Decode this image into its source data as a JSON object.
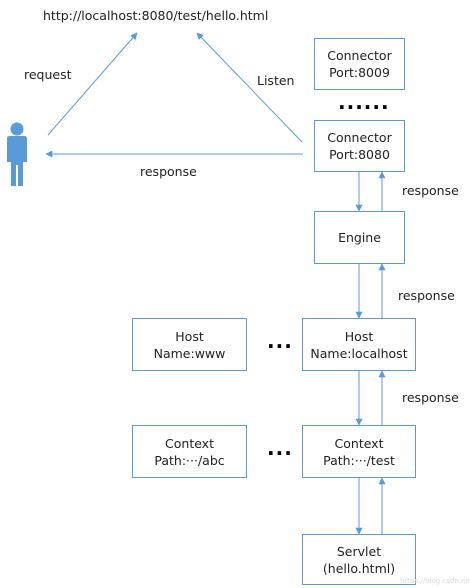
{
  "url": "http://localhost:8080/test/hello.html",
  "labels": {
    "request": "request",
    "listen": "Listen",
    "response": "response"
  },
  "nodes": {
    "connector_8009": {
      "line1": "Connector",
      "line2": "Port:8009"
    },
    "connector_8080": {
      "line1": "Connector",
      "line2": "Port:8080"
    },
    "engine": {
      "line1": "Engine"
    },
    "host_www": {
      "line1": "Host",
      "line2": "Name:www"
    },
    "host_localhost": {
      "line1": "Host",
      "line2": "Name:localhost"
    },
    "context_abc": {
      "line1": "Context",
      "line2": "Path:···/abc"
    },
    "context_test": {
      "line1": "Context",
      "line2": "Path:···/test"
    },
    "servlet": {
      "line1": "Servlet",
      "line2": "(hello.html)"
    }
  },
  "ellipses": {
    "connectors": "......",
    "hosts": "...",
    "contexts": "..."
  },
  "watermark": "https://blog.csdn.net/...",
  "colors": {
    "stroke": "#5b9bd5",
    "user": "#5b9bd5"
  },
  "icons": {
    "user": "user-icon"
  }
}
